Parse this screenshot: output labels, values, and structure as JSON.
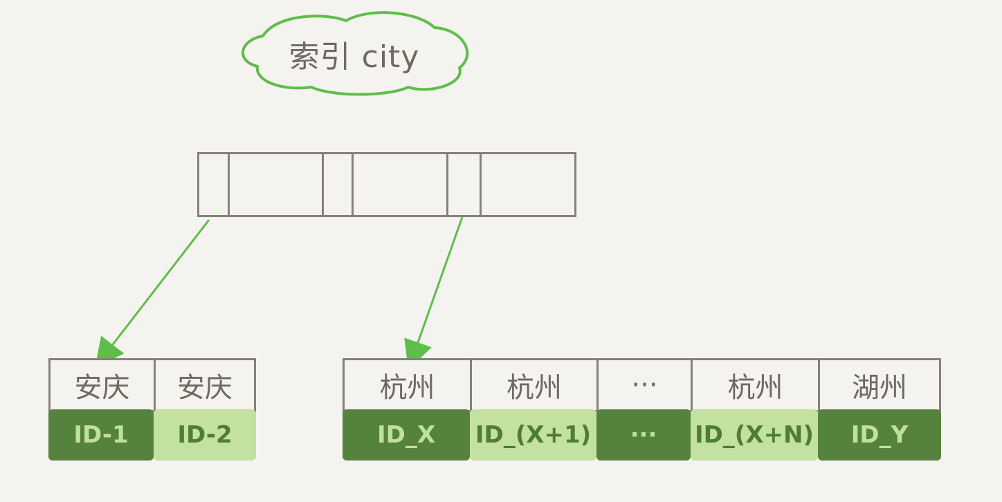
{
  "index_label": "索引 city",
  "colors": {
    "background": "#f4f3ef",
    "cloud_stroke": "#5fbd4a",
    "arrow": "#5fbd4a",
    "line": "#86807a",
    "dark_green": "#55833e",
    "light_green": "#c3e1a0"
  },
  "leaf_left": {
    "cells": [
      {
        "city": "安庆",
        "id": "ID-1",
        "shade": "dark"
      },
      {
        "city": "安庆",
        "id": "ID-2",
        "shade": "light"
      }
    ]
  },
  "leaf_right": {
    "cells": [
      {
        "city": "杭州",
        "id": "ID_X",
        "shade": "dark"
      },
      {
        "city": "杭州",
        "id": "ID_(X+1)",
        "shade": "light"
      },
      {
        "city": "···",
        "id": "···",
        "shade": "dark"
      },
      {
        "city": "杭州",
        "id": "ID_(X+N)",
        "shade": "light"
      },
      {
        "city": "湖州",
        "id": "ID_Y",
        "shade": "dark"
      }
    ]
  }
}
